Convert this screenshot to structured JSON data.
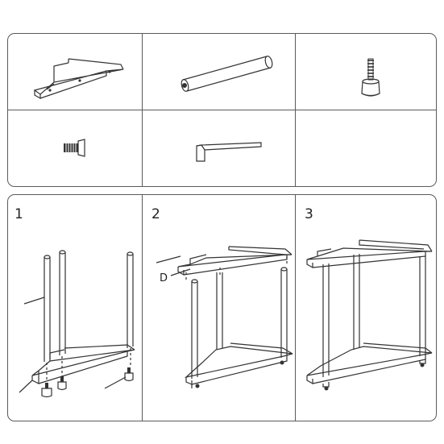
{
  "parts": [
    {
      "name": "corner-shelf",
      "icon": "triangular-shelf-icon"
    },
    {
      "name": "support-rod",
      "icon": "rod-icon"
    },
    {
      "name": "foot",
      "icon": "threaded-foot-icon"
    },
    {
      "name": "screw",
      "icon": "screw-icon"
    },
    {
      "name": "allen-key",
      "icon": "hex-key-icon"
    },
    {
      "name": "empty",
      "icon": ""
    }
  ],
  "steps": [
    {
      "number": "1"
    },
    {
      "number": "2",
      "callout": "D"
    },
    {
      "number": "3"
    }
  ]
}
